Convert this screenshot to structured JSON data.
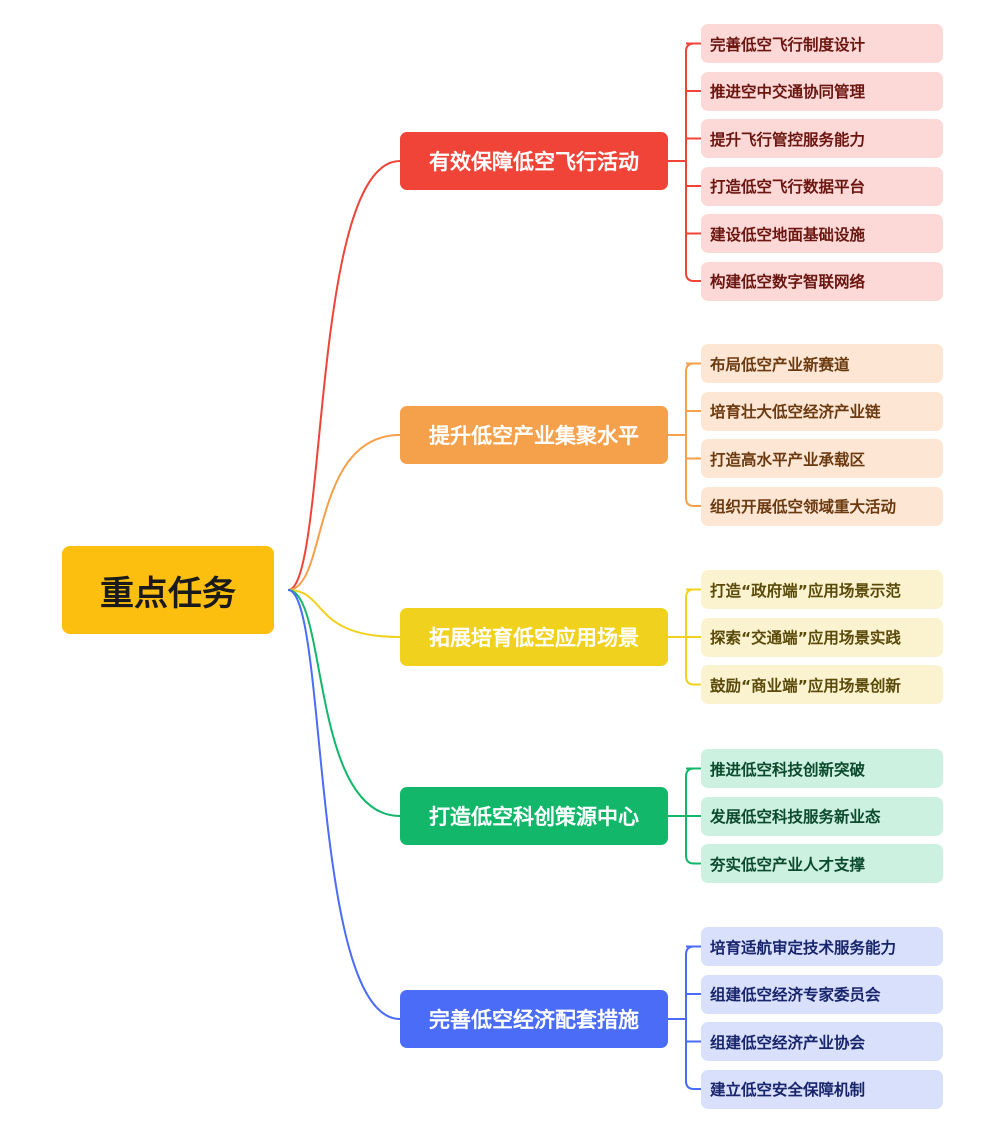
{
  "root": {
    "label": "重点任务",
    "color": "#fcbf10"
  },
  "branches": [
    {
      "label": "有效保障低空飞行活动",
      "color": "#f04438",
      "leaf_bg": "#fcd9d7",
      "leaf_text": "#6b1510",
      "items": [
        "完善低空飞行制度设计",
        "推进空中交通协同管理",
        "提升飞行管控服务能力",
        "打造低空飞行数据平台",
        "建设低空地面基础设施",
        "构建低空数字智联网络"
      ]
    },
    {
      "label": "提升低空产业集聚水平",
      "color": "#f5a04a",
      "leaf_bg": "#fde7d4",
      "leaf_text": "#6b3a10",
      "items": [
        "布局低空产业新赛道",
        "培育壮大低空经济产业链",
        "打造高水平产业承载区",
        "组织开展低空领域重大活动"
      ]
    },
    {
      "label": "拓展培育低空应用场景",
      "color": "#f0d21e",
      "leaf_bg": "#fbf3cf",
      "leaf_text": "#5a4a0a",
      "items": [
        "打造“政府端”应用场景示范",
        "探索“交通端”应用场景实践",
        "鼓励“商业端”应用场景创新"
      ]
    },
    {
      "label": "打造低空科创策源中心",
      "color": "#12b76a",
      "leaf_bg": "#cdf1e0",
      "leaf_text": "#0b4a2c",
      "items": [
        "推进低空科技创新突破",
        "发展低空科技服务新业态",
        "夯实低空产业人才支撑"
      ]
    },
    {
      "label": "完善低空经济配套措施",
      "color": "#4a6cf7",
      "leaf_bg": "#d9e0fc",
      "leaf_text": "#18246b",
      "items": [
        "培育适航审定技术服务能力",
        "组建低空经济专家委员会",
        "组建低空经济产业协会",
        "建立低空安全保障机制"
      ]
    }
  ]
}
